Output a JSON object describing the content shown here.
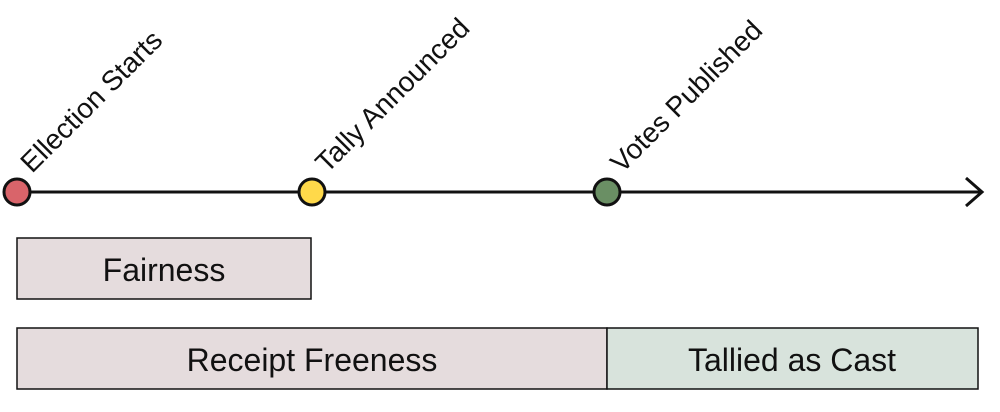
{
  "events": [
    {
      "label": "Ellection Starts",
      "color": "#d9646a"
    },
    {
      "label": "Tally Announced",
      "color": "#ffd94a"
    },
    {
      "label": "Votes Published",
      "color": "#6a8f64"
    }
  ],
  "bars": [
    {
      "label": "Fairness",
      "color": "#e5dcdd"
    },
    {
      "label": "Receipt Freeness",
      "color": "#e5dcdd"
    },
    {
      "label": "Tallied as Cast",
      "color": "#d8e3dc"
    }
  ]
}
